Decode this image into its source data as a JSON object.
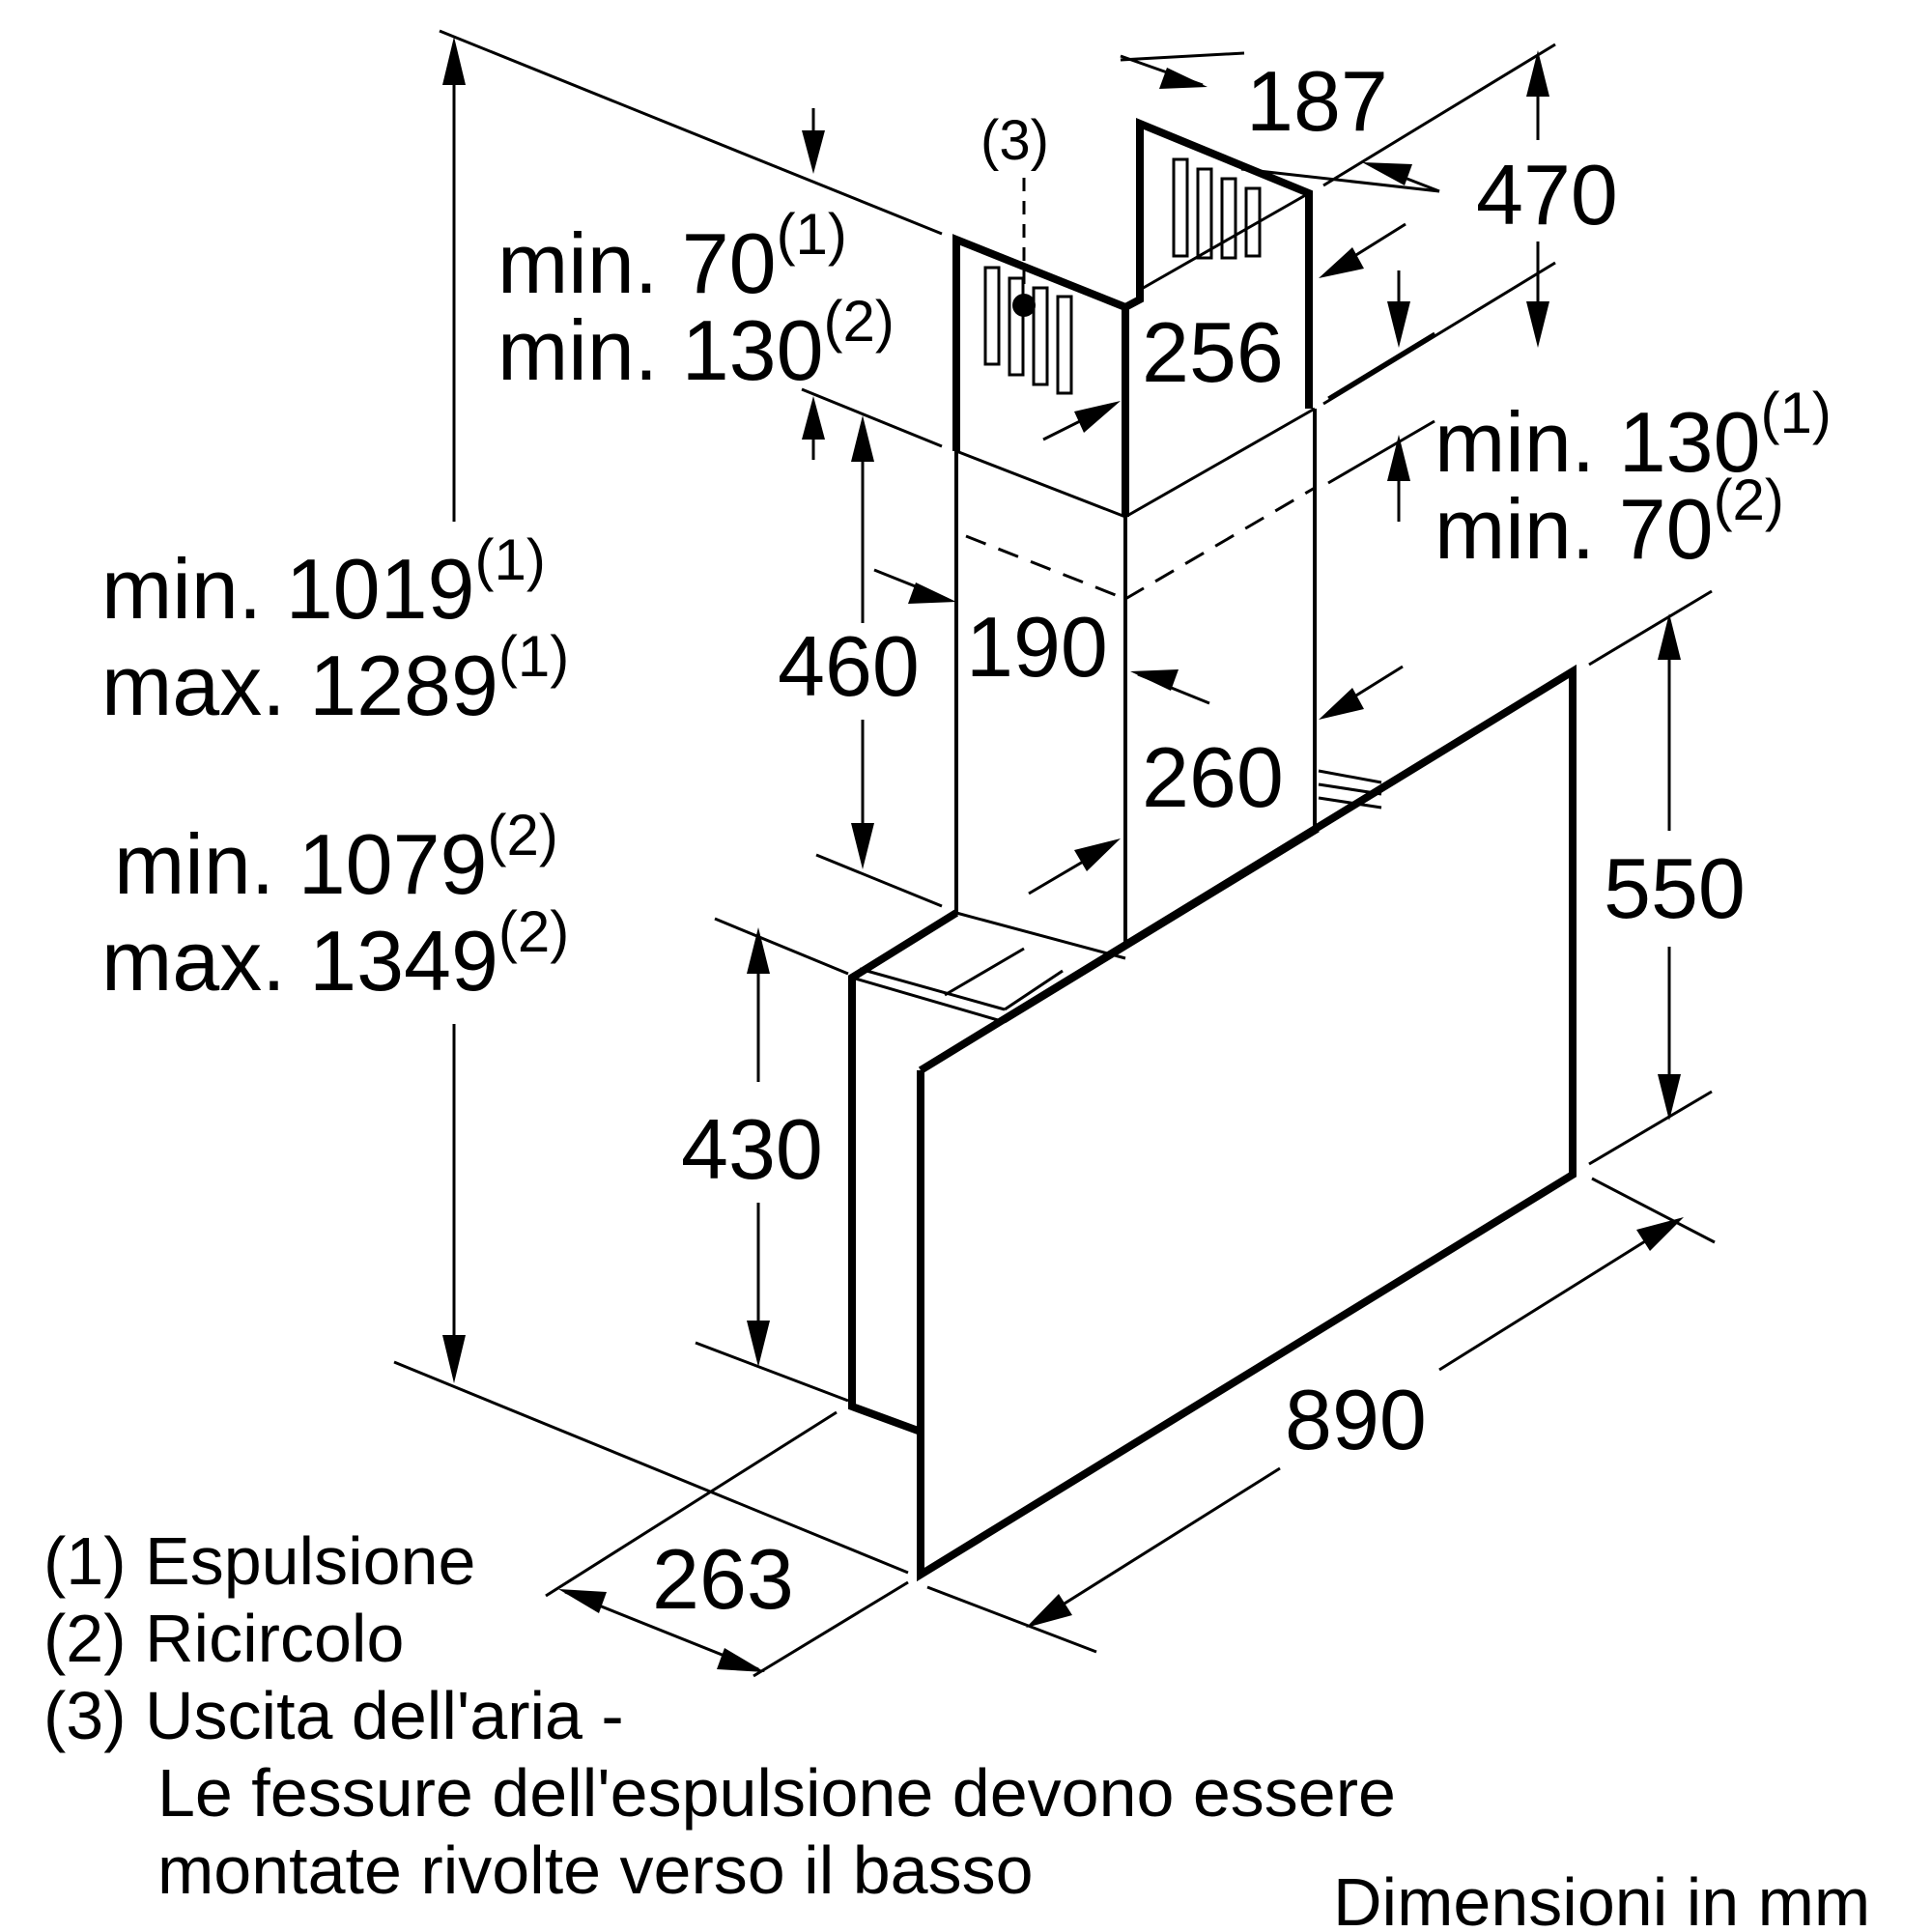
{
  "dimensions": {
    "d187": "187",
    "d470": "470",
    "d256": "256",
    "d190": "190",
    "d460": "460",
    "d260": "260",
    "d550": "550",
    "d430": "430",
    "d890": "890",
    "d263": "263"
  },
  "callout_3": "(3)",
  "top_left_min": {
    "line1_text": "min. 70",
    "line1_sup": "(1)",
    "line2_text": "min. 130",
    "line2_sup": "(2)"
  },
  "top_right_min": {
    "line1_text": "min. 130",
    "line1_sup": "(1)",
    "line2_text": "min. 70",
    "line2_sup": "(2)"
  },
  "overall_height_1": {
    "line1_text": "min. 1019",
    "line1_sup": "(1)",
    "line2_text": "max. 1289",
    "line2_sup": "(1)"
  },
  "overall_height_2": {
    "line1_text": "min. 1079",
    "line1_sup": "(2)",
    "line2_text": "max. 1349",
    "line2_sup": "(2)"
  },
  "legend": {
    "item1": "(1) Espulsione",
    "item2": "(2) Ricircolo",
    "item3_line1": "(3) Uscita dell'aria -",
    "item3_line2": "Le fessure dell'espulsione devono essere",
    "item3_line3": "montate rivolte verso il basso"
  },
  "units_note": "Dimensioni in mm"
}
